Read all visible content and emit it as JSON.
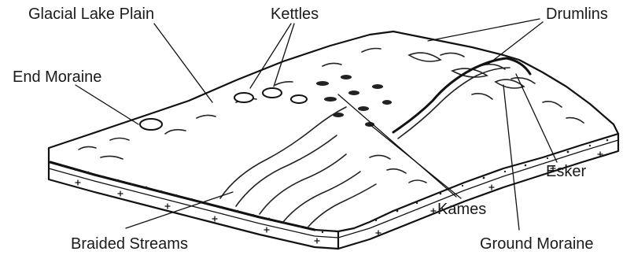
{
  "labels": {
    "glacial_lake_plain": "Glacial Lake Plain",
    "kettles": "Kettles",
    "drumlins": "Drumlins",
    "end_moraine": "End Moraine",
    "esker": "Esker",
    "kames": "Kames",
    "braided_streams": "Braided Streams",
    "ground_moraine": "Ground Moraine"
  }
}
